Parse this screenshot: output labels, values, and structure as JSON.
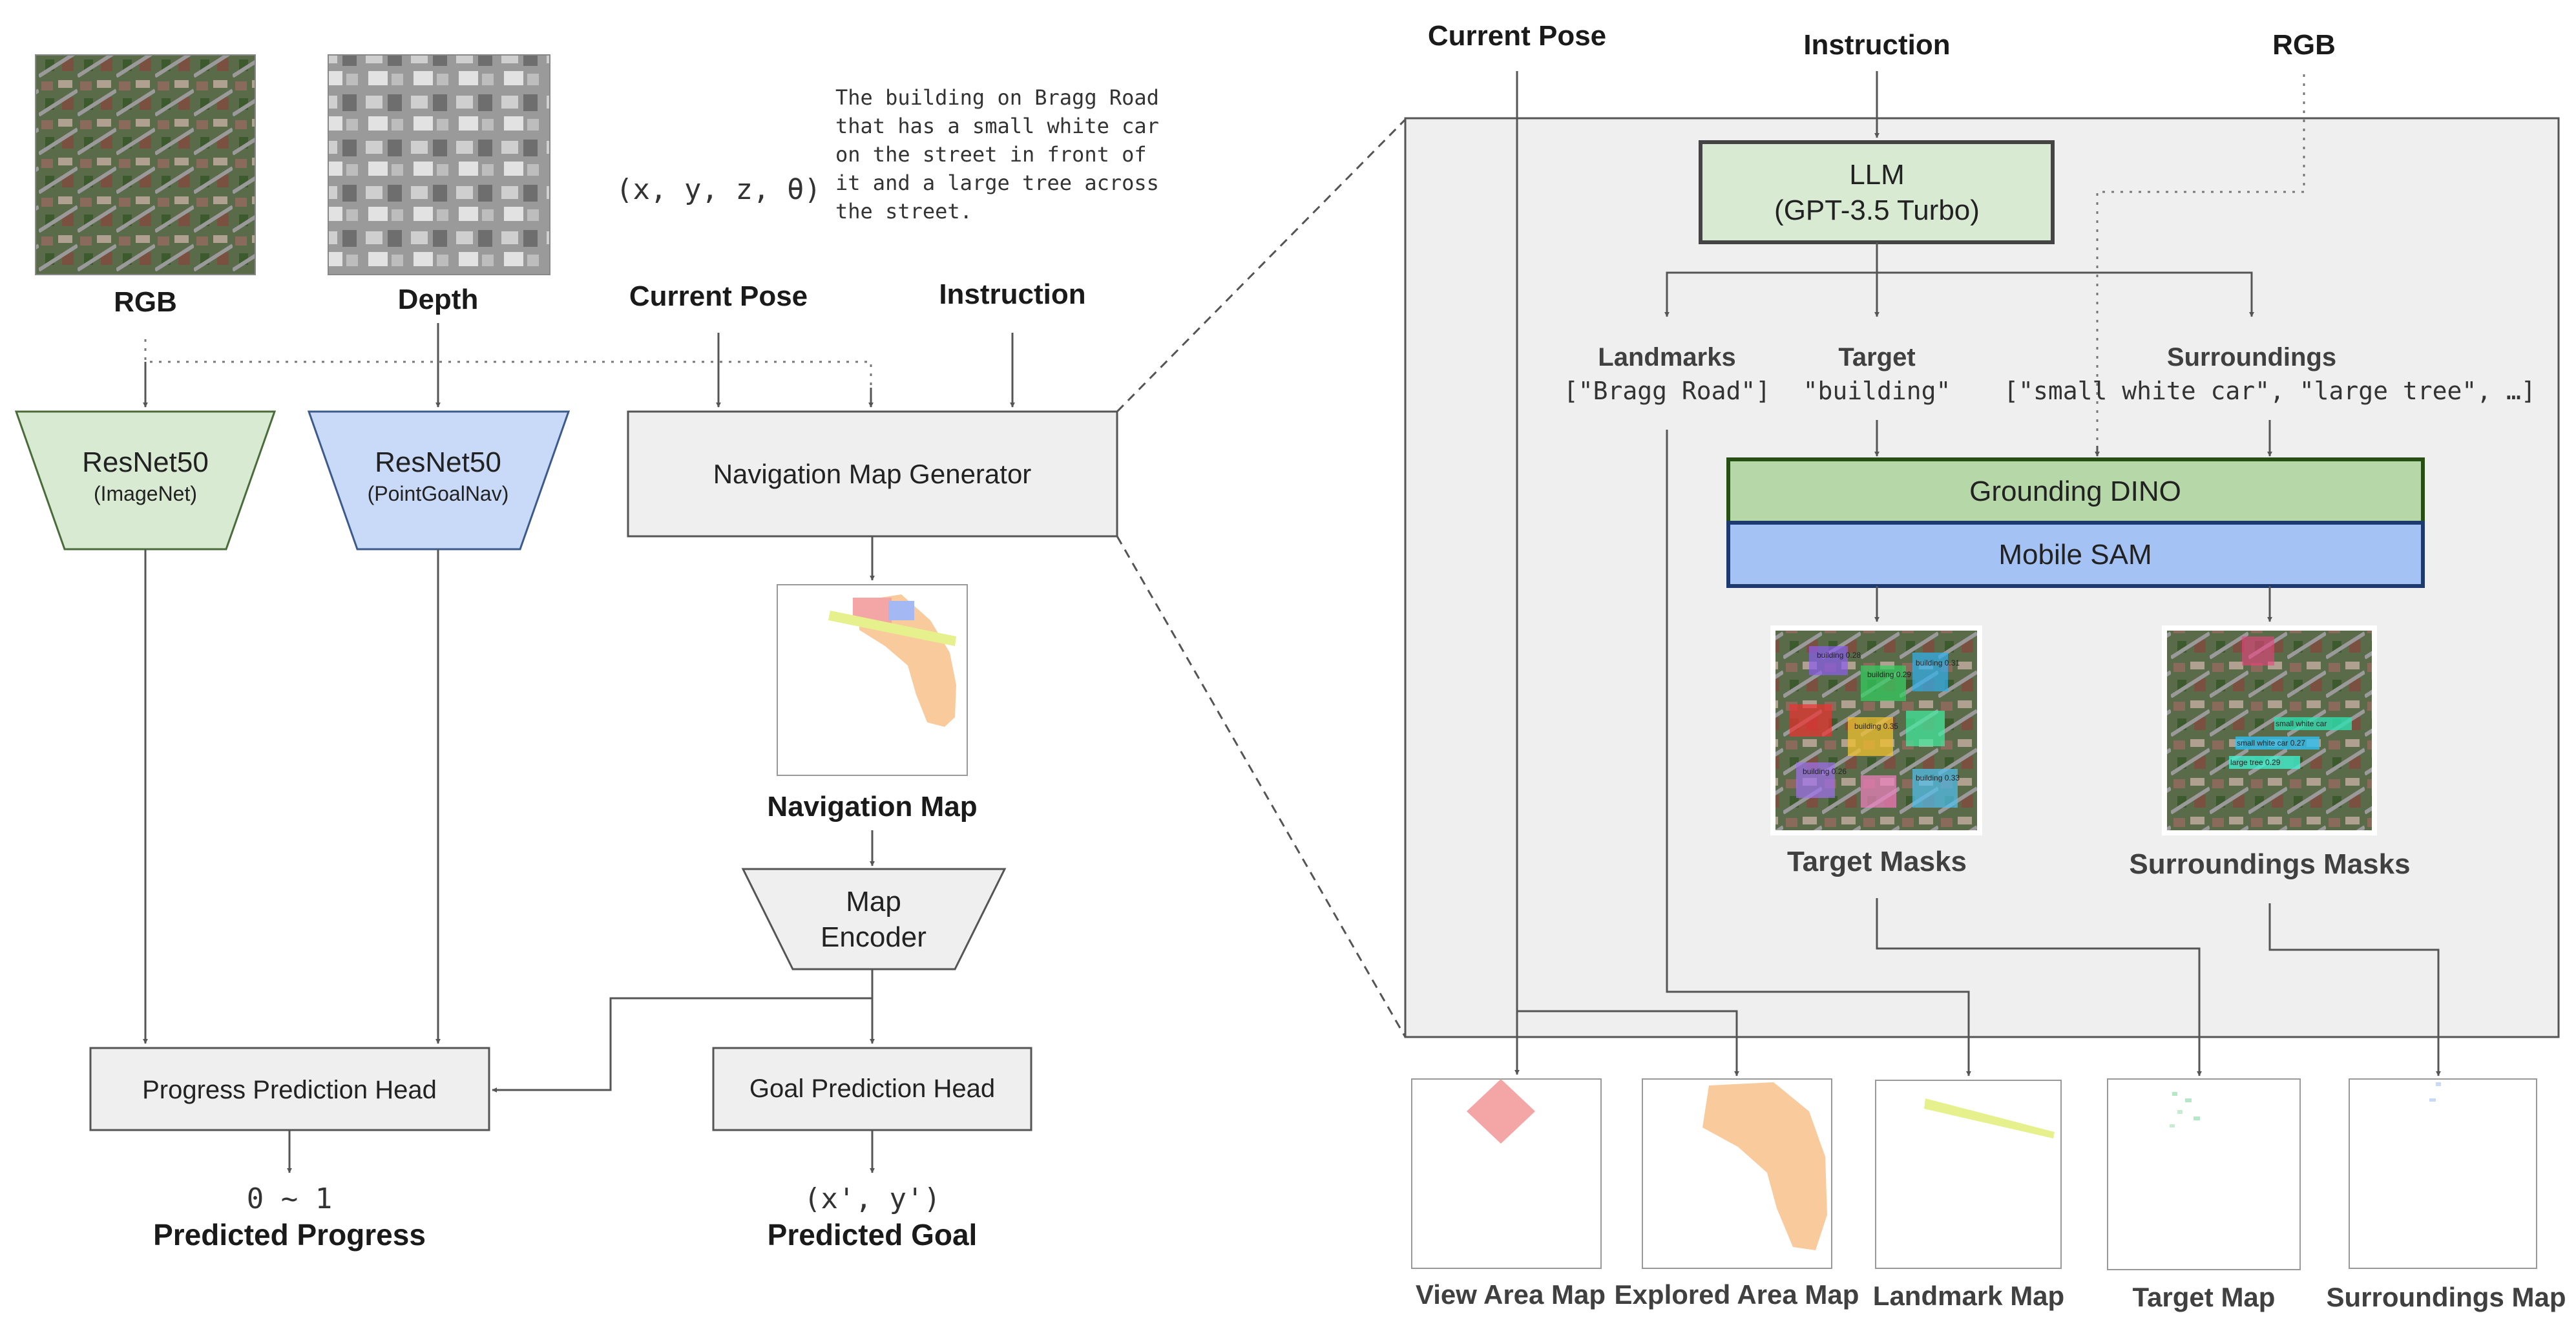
{
  "left": {
    "rgb_label": "RGB",
    "depth_label": "Depth",
    "pose_label": "Current Pose",
    "pose_value": "(x, y, z, θ)",
    "instruction_label": "Instruction",
    "instruction_text": [
      "The building on Bragg Road",
      "that has a small white car",
      "on the street in front of",
      "it and a large tree across",
      "the street."
    ],
    "resnet_rgb": {
      "name": "ResNet50",
      "sub": "(ImageNet)"
    },
    "resnet_depth": {
      "name": "ResNet50",
      "sub": "(PointGoalNav)"
    },
    "nav_gen": "Navigation Map Generator",
    "nav_map_label": "Navigation Map",
    "map_encoder": [
      "Map",
      "Encoder"
    ],
    "progress_head": "Progress Prediction Head",
    "goal_head": "Goal Prediction Head",
    "progress_value": "0 ~ 1",
    "progress_label": "Predicted Progress",
    "goal_value": "(x', y')",
    "goal_label": "Predicted Goal"
  },
  "right": {
    "pose_label": "Current Pose",
    "instruction_label": "Instruction",
    "rgb_label": "RGB",
    "llm": [
      "LLM",
      "(GPT-3.5 Turbo)"
    ],
    "landmarks": {
      "label": "Landmarks",
      "value": "[\"Bragg Road\"]"
    },
    "target": {
      "label": "Target",
      "value": "\"building\""
    },
    "surroundings": {
      "label": "Surroundings",
      "value": "[\"small white car\", \"large tree\", …]"
    },
    "grounding": "Grounding DINO",
    "mobile_sam": "Mobile SAM",
    "target_masks": "Target Masks",
    "surr_masks": "Surroundings Masks",
    "mask_tags_target": [
      "building 0.28",
      "building 0.29",
      "building 0.31",
      "building 0.35",
      "building 0.26",
      "building 0.33"
    ],
    "mask_tags_surr": [
      "small white car",
      "small white car 0.27",
      "large tree 0.29"
    ],
    "maps": [
      "View Area Map",
      "Explored Area Map",
      "Landmark Map",
      "Target Map",
      "Surroundings Map"
    ]
  },
  "colors": {
    "green_fill": "#d9ead3",
    "blue_fill": "#c9daf8",
    "gray_fill": "#efefef",
    "grounding_fill": "#b6d7a8",
    "sam_fill": "#a4c2f4",
    "dark_border": "#274e13"
  }
}
